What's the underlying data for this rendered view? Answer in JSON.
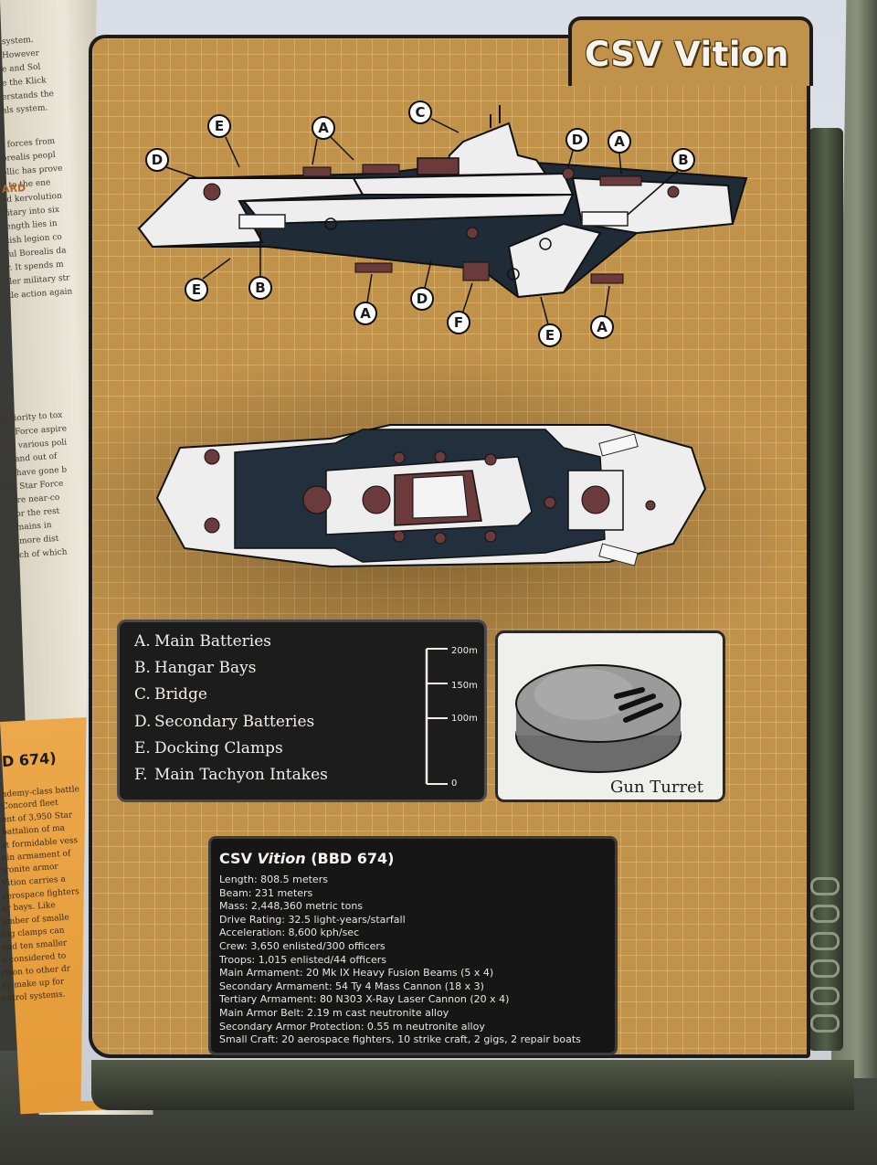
{
  "page_title": "CSV Vition",
  "callouts": [
    "A",
    "B",
    "C",
    "D",
    "E",
    "F"
  ],
  "legend": {
    "items": [
      {
        "letter": "A.",
        "label": "Main Batteries"
      },
      {
        "letter": "B.",
        "label": "Hangar Bays"
      },
      {
        "letter": "C.",
        "label": "Bridge"
      },
      {
        "letter": "D.",
        "label": "Secondary Batteries"
      },
      {
        "letter": "E.",
        "label": "Docking Clamps"
      },
      {
        "letter": "F.",
        "label": "Main Tachyon Intakes"
      }
    ],
    "scale": [
      "200m",
      "150m",
      "100m",
      "0"
    ]
  },
  "turret_caption": "Gun Turret",
  "stats": {
    "title_prefix": "CSV ",
    "title_name": "Vition",
    "title_suffix": " (BBD 674)",
    "lines": [
      "Length: 808.5 meters",
      "Beam: 231 meters",
      "Mass: 2,448,360 metric tons",
      "Drive Rating: 32.5 light-years/starfall",
      "Acceleration: 8,600 kph/sec",
      "Crew: 3,650 enlisted/300 officers",
      "Troops: 1,015 enlisted/44 officers",
      "Main Armament: 20 Mk IX Heavy Fusion Beams (5 x 4)",
      "Secondary Armament: 54 Ty 4 Mass Cannon (18 x 3)",
      "Tertiary Armament: 80 N303 X-Ray Laser Cannon (20 x 4)",
      "Main Armor Belt: 2.19 m cast neutronite alloy",
      "Secondary Armor Protection: 0.55 m neutronite alloy",
      "Small Craft: 20 aerospace fighters, 10 strike craft, 2 gigs, 2 repair boats"
    ]
  },
  "left_page": {
    "heading": "ARD",
    "box_heading": "D 674)",
    "fragments": [
      "system.",
      "However",
      "e and Sol",
      "e the Klick",
      "erstands the",
      "als system.",
      "l forces from",
      "orealis peopl",
      "ollic has prove",
      "s to the ene",
      "ed kervolution",
      "ilitary into six",
      "rength lies in",
      "olish legion co",
      "rful Borealis da",
      "er. It spends m",
      "aller military str",
      "ittle action again",
      "periority to tox",
      "tar Force aspire",
      "The various poli",
      "ins and out of",
      "ear have gone b",
      "that Star Force",
      "eclare near-co",
      "As for the rest",
      "e remains in",
      "ad's more dist",
      "s, each of which"
    ],
    "box_fragments": [
      "ademy-class battle",
      "Concord fleet",
      "ent of 3,950 Star",
      "battalion of ma",
      "st formidable vess",
      "ain armament of",
      "tronite armor",
      "Vition carries a",
      "aerospace fighters",
      "ar bays. Like",
      "umber of smalle",
      "ing clamps can",
      "and ten smaller",
      "e considered to",
      "rison to other dr",
      "ey make up for",
      "ontrol systems."
    ]
  },
  "colors": {
    "panel": "#c1924a",
    "ink": "#1c1c1c",
    "hull": "#eeeeee",
    "dark_hull": "#22303d",
    "battery": "#6b3a3a"
  }
}
